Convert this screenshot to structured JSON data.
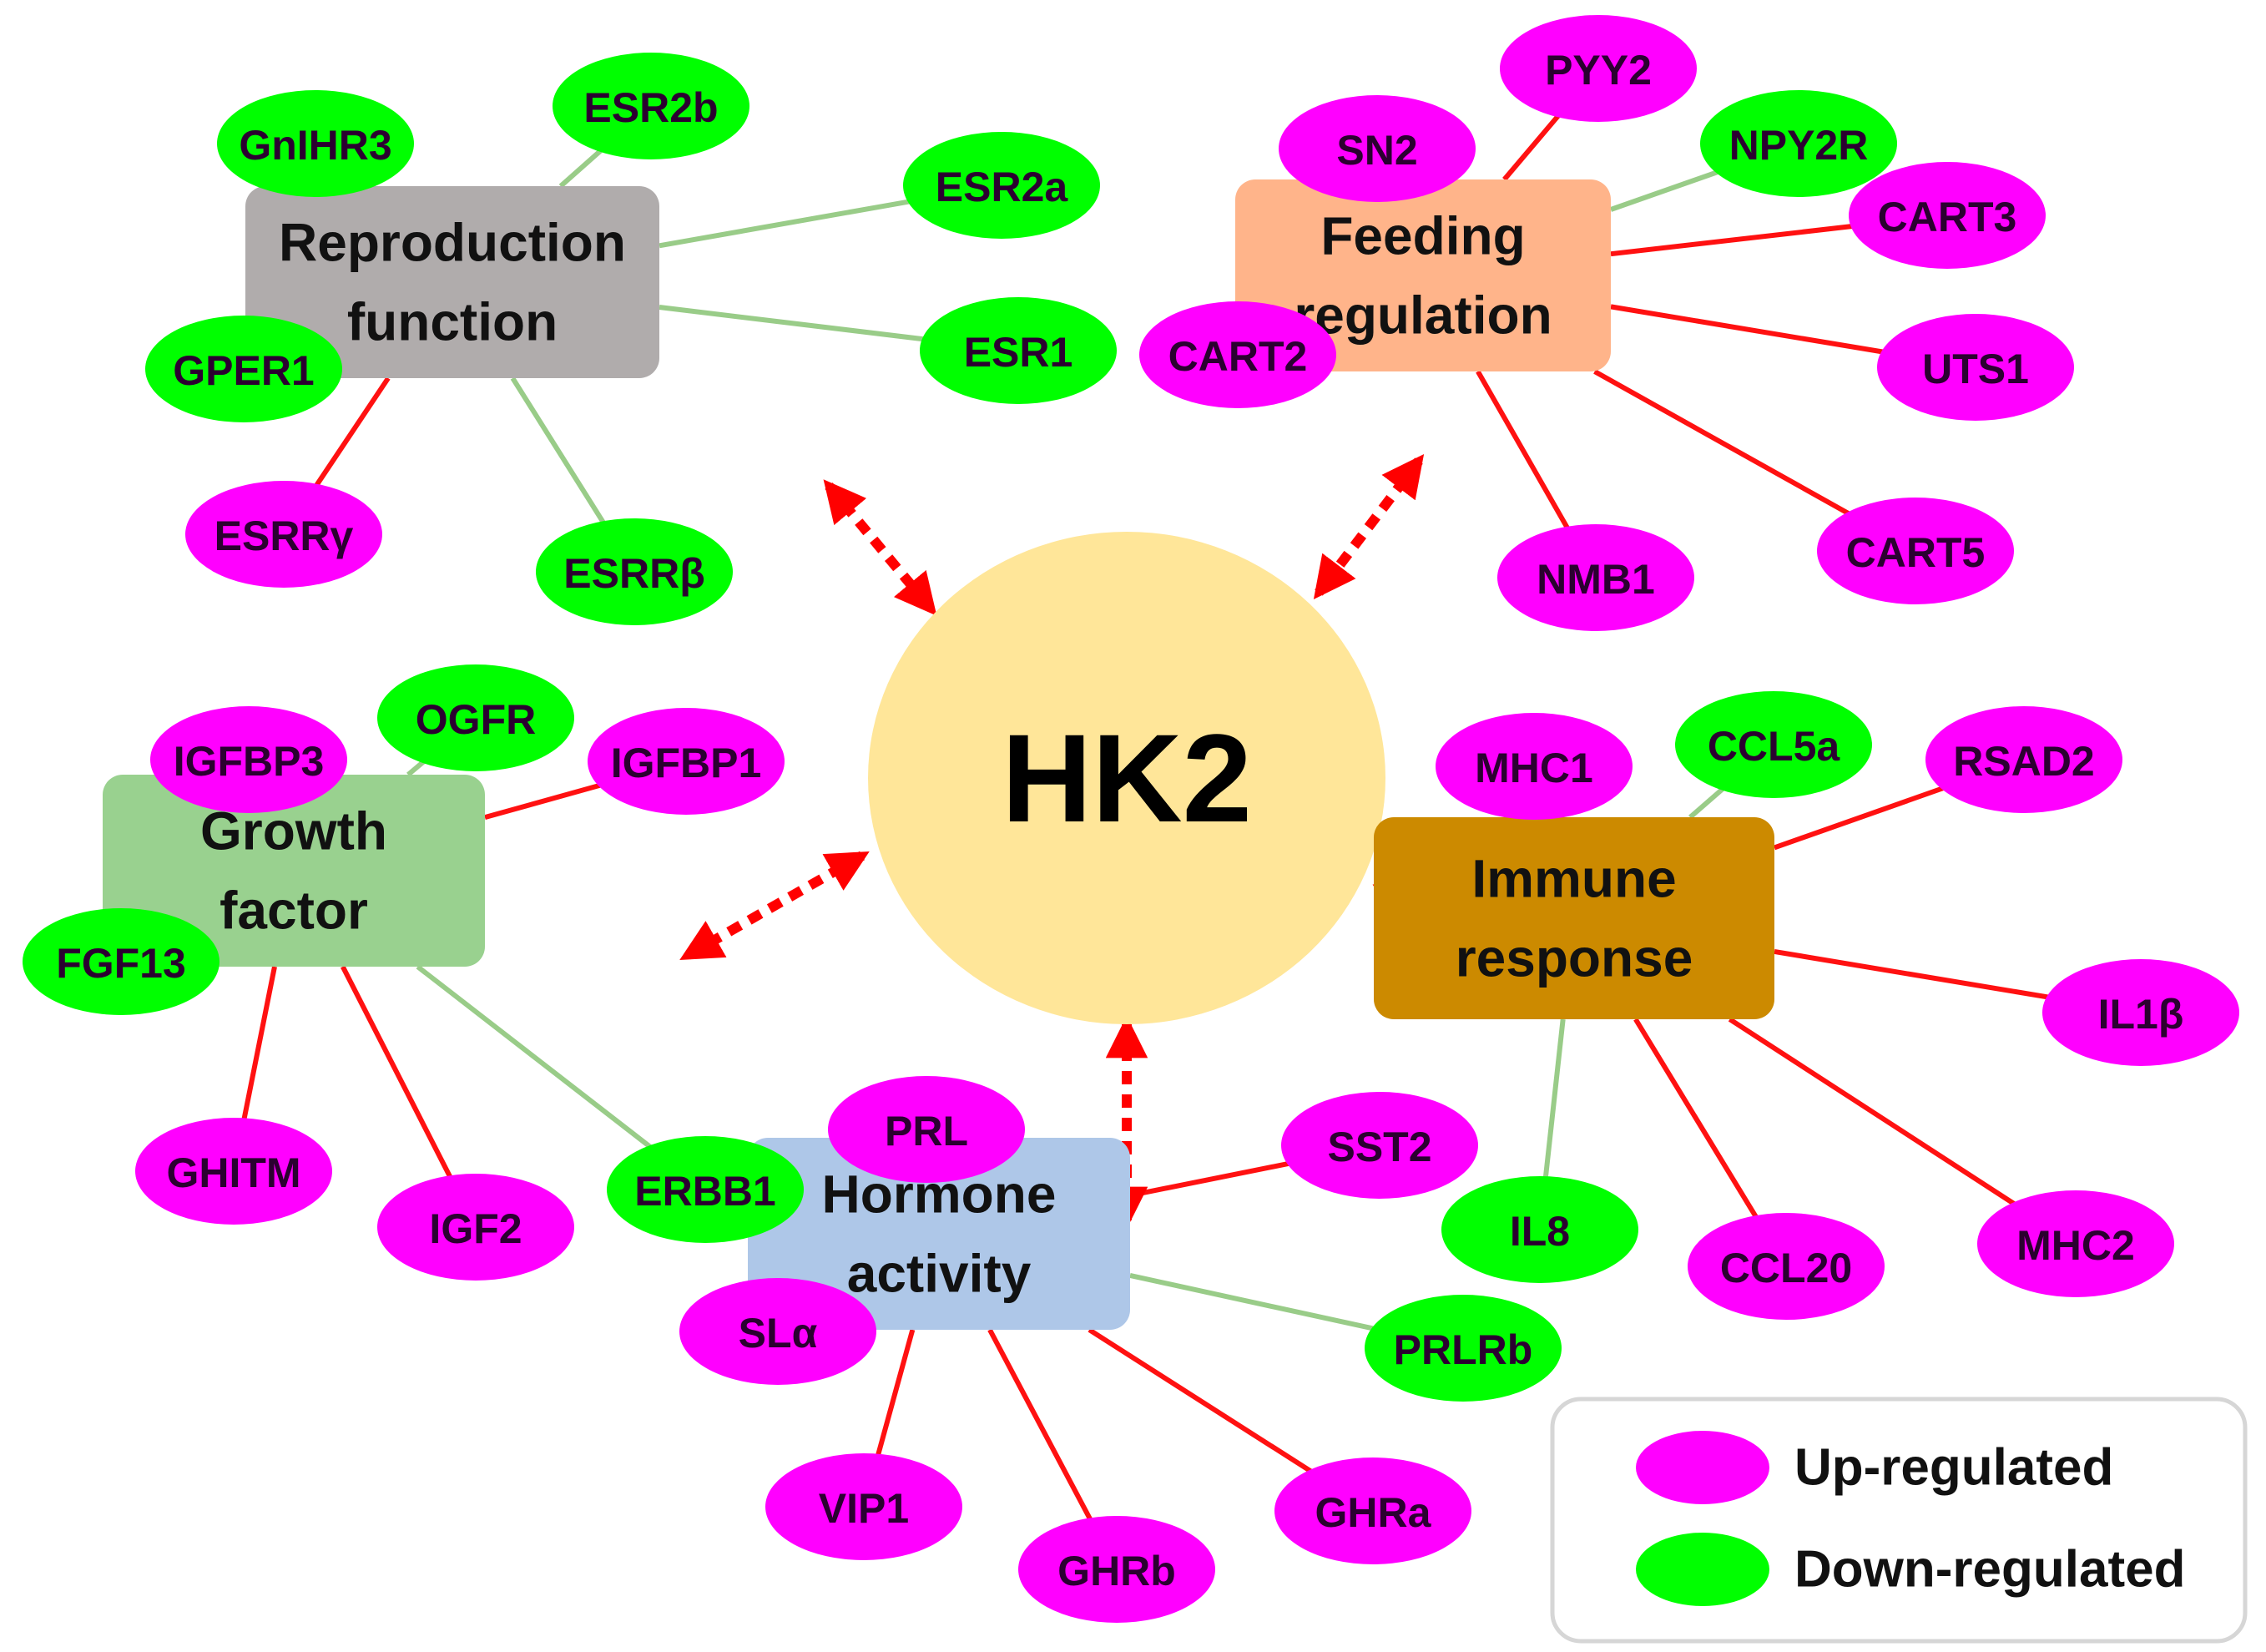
{
  "hub": {
    "label": "HK2",
    "fill": "#FFE699"
  },
  "colors": {
    "up": "#FF00FF",
    "down": "#00FF00",
    "up_edge": "#FF1111",
    "down_edge": "#99CC88",
    "arrow": "#FF0000"
  },
  "modules": [
    {
      "id": "reproduction",
      "lines": [
        "Reproduction",
        "function"
      ],
      "fill": "#B0ACAC"
    },
    {
      "id": "feeding",
      "lines": [
        "Feeding",
        "regulation"
      ],
      "fill": "#FFB48A"
    },
    {
      "id": "growth",
      "lines": [
        "Growth",
        "factor"
      ],
      "fill": "#99D18F"
    },
    {
      "id": "immune",
      "lines": [
        "Immune",
        "response"
      ],
      "fill": "#CC8A00"
    },
    {
      "id": "hormone",
      "lines": [
        "Hormone",
        "activity"
      ],
      "fill": "#AEC7E8"
    }
  ],
  "genes": [
    {
      "label": "GnIHR3",
      "module": "reproduction",
      "regulation": "down"
    },
    {
      "label": "ESR2b",
      "module": "reproduction",
      "regulation": "down"
    },
    {
      "label": "ESR2a",
      "module": "reproduction",
      "regulation": "down"
    },
    {
      "label": "ESR1",
      "module": "reproduction",
      "regulation": "down"
    },
    {
      "label": "GPER1",
      "module": "reproduction",
      "regulation": "down"
    },
    {
      "label": "ESRRγ",
      "module": "reproduction",
      "regulation": "up"
    },
    {
      "label": "ESRRβ",
      "module": "reproduction",
      "regulation": "down"
    },
    {
      "label": "PYY2",
      "module": "feeding",
      "regulation": "up"
    },
    {
      "label": "SN2",
      "module": "feeding",
      "regulation": "up"
    },
    {
      "label": "NPY2R",
      "module": "feeding",
      "regulation": "down"
    },
    {
      "label": "CART3",
      "module": "feeding",
      "regulation": "up"
    },
    {
      "label": "CART2",
      "module": "feeding",
      "regulation": "up"
    },
    {
      "label": "UTS1",
      "module": "feeding",
      "regulation": "up"
    },
    {
      "label": "NMB1",
      "module": "feeding",
      "regulation": "up"
    },
    {
      "label": "CART5",
      "module": "feeding",
      "regulation": "up"
    },
    {
      "label": "OGFR",
      "module": "growth",
      "regulation": "down"
    },
    {
      "label": "IGFBP3",
      "module": "growth",
      "regulation": "up"
    },
    {
      "label": "IGFBP1",
      "module": "growth",
      "regulation": "up"
    },
    {
      "label": "FGF13",
      "module": "growth",
      "regulation": "down"
    },
    {
      "label": "GHITM",
      "module": "growth",
      "regulation": "up"
    },
    {
      "label": "IGF2",
      "module": "growth",
      "regulation": "up"
    },
    {
      "label": "ERBB1",
      "module": "growth",
      "regulation": "down"
    },
    {
      "label": "CCL5a",
      "module": "immune",
      "regulation": "down"
    },
    {
      "label": "MHC1",
      "module": "immune",
      "regulation": "up"
    },
    {
      "label": "RSAD2",
      "module": "immune",
      "regulation": "up"
    },
    {
      "label": "IL1β",
      "module": "immune",
      "regulation": "up"
    },
    {
      "label": "IL8",
      "module": "immune",
      "regulation": "down"
    },
    {
      "label": "CCL20",
      "module": "immune",
      "regulation": "up"
    },
    {
      "label": "MHC2",
      "module": "immune",
      "regulation": "up"
    },
    {
      "label": "PRL",
      "module": "hormone",
      "regulation": "up"
    },
    {
      "label": "SST2",
      "module": "hormone",
      "regulation": "up"
    },
    {
      "label": "SLα",
      "module": "hormone",
      "regulation": "up"
    },
    {
      "label": "PRLRb",
      "module": "hormone",
      "regulation": "down"
    },
    {
      "label": "VIP1",
      "module": "hormone",
      "regulation": "up"
    },
    {
      "label": "GHRb",
      "module": "hormone",
      "regulation": "up"
    },
    {
      "label": "GHRa",
      "module": "hormone",
      "regulation": "up"
    }
  ],
  "legend": [
    {
      "label": "Up-regulated",
      "regulation": "up"
    },
    {
      "label": "Down-regulated",
      "regulation": "down"
    }
  ]
}
